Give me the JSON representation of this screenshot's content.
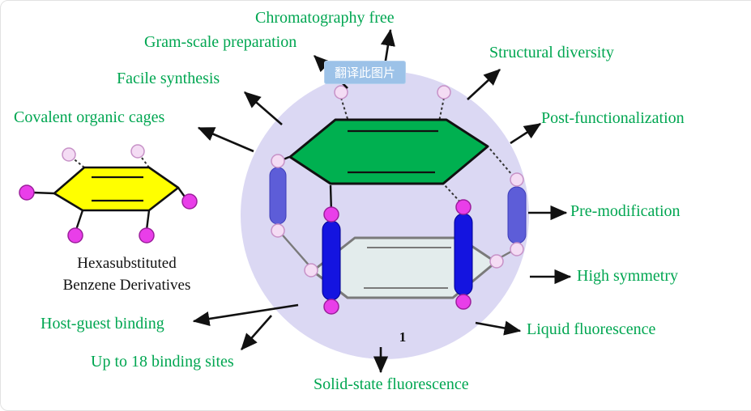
{
  "overlay": {
    "translate_button_label": "翻译此图片"
  },
  "molecule": {
    "caption_line1": "Hexasubstituted",
    "caption_line2": "Benzene Derivatives"
  },
  "cage": {
    "number_label": "1"
  },
  "labels": {
    "chromatography_free": "Chromatography free",
    "gram_scale_preparation": "Gram-scale preparation",
    "facile_synthesis": "Facile synthesis",
    "covalent_organic_cages": "Covalent organic cages",
    "structural_diversity": "Structural diversity",
    "post_functionalization": "Post-functionalization",
    "pre_modification": "Pre-modification",
    "high_symmetry": "High symmetry",
    "liquid_fluorescence": "Liquid fluorescence",
    "solid_state_fluorescence": "Solid-state fluorescence",
    "up_to_18_binding_sites": "Up to 18 binding sites",
    "host_guest_binding": "Host-guest binding"
  },
  "colors": {
    "label-green": "#00A651",
    "circle-fill": "#DBD8F3",
    "hexagon-top-green": "#00B050",
    "hexagon-bottom-gray": "#E3ECEC",
    "benzene-yellow": "#FFFF00",
    "pill-front-blue": "#1414E0",
    "pill-side-blue": "#5D5DD8",
    "sphere-magenta": "#E93EE9",
    "sphere-pale-pink": "#F4DCF4",
    "translate-chip": "#9CC2E8",
    "arrow-black": "#111111"
  }
}
